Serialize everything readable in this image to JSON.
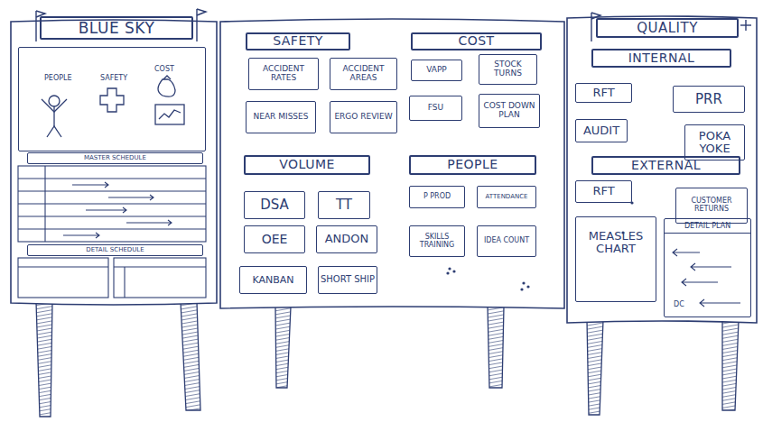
{
  "diagram": {
    "nodes": [
      {
        "text": [
          "BLUE SKY"
        ]
      },
      {
        "text": [
          "PEOPLE",
          "SAFETY",
          "COST"
        ]
      },
      {
        "text": [
          "MASTER SCHEDULE"
        ]
      },
      {
        "text": [
          "DETAIL SCHEDULE"
        ]
      },
      {
        "text": [
          "SAFETY"
        ]
      },
      {
        "text": [
          "COST"
        ]
      },
      {
        "text": [
          "ACCIDENT RATES"
        ]
      },
      {
        "text": [
          "ACCIDENT AREAS"
        ]
      },
      {
        "text": [
          "VAPP"
        ]
      },
      {
        "text": [
          "STOCK TURNS"
        ]
      },
      {
        "text": [
          "NEAR MISSES"
        ]
      },
      {
        "text": [
          "ERGO REVIEW"
        ]
      },
      {
        "text": [
          "FSU"
        ]
      },
      {
        "text": [
          "COST DOWN PLAN"
        ]
      },
      {
        "text": [
          "VOLUME"
        ]
      },
      {
        "text": [
          "PEOPLE"
        ]
      },
      {
        "text": [
          "DSA"
        ]
      },
      {
        "text": [
          "TT"
        ]
      },
      {
        "text": [
          "P PROD"
        ]
      },
      {
        "text": [
          "ATTENDANCE"
        ]
      },
      {
        "text": [
          "OEE"
        ]
      },
      {
        "text": [
          "ANDON"
        ]
      },
      {
        "text": [
          "SKILLS TRAINING"
        ]
      },
      {
        "text": [
          "IDEA COUNT"
        ]
      },
      {
        "text": [
          "KANBAN"
        ]
      },
      {
        "text": [
          "SHORT SHIP"
        ]
      },
      {
        "text": [
          "QUALITY"
        ]
      },
      {
        "text": [
          "INTERNAL"
        ]
      },
      {
        "text": [
          "RFT"
        ]
      },
      {
        "text": [
          "PRR"
        ]
      },
      {
        "text": [
          "AUDIT"
        ]
      },
      {
        "text": [
          "POKA YOKE"
        ]
      },
      {
        "text": [
          "EXTERNAL"
        ]
      },
      {
        "text": [
          "RFT"
        ]
      },
      {
        "text": [
          "CUSTOMER RETURNS"
        ]
      },
      {
        "text": [
          "MEASLES CHART"
        ]
      },
      {
        "text": [
          "DETAIL PLAN",
          "DC"
        ]
      }
    ]
  }
}
